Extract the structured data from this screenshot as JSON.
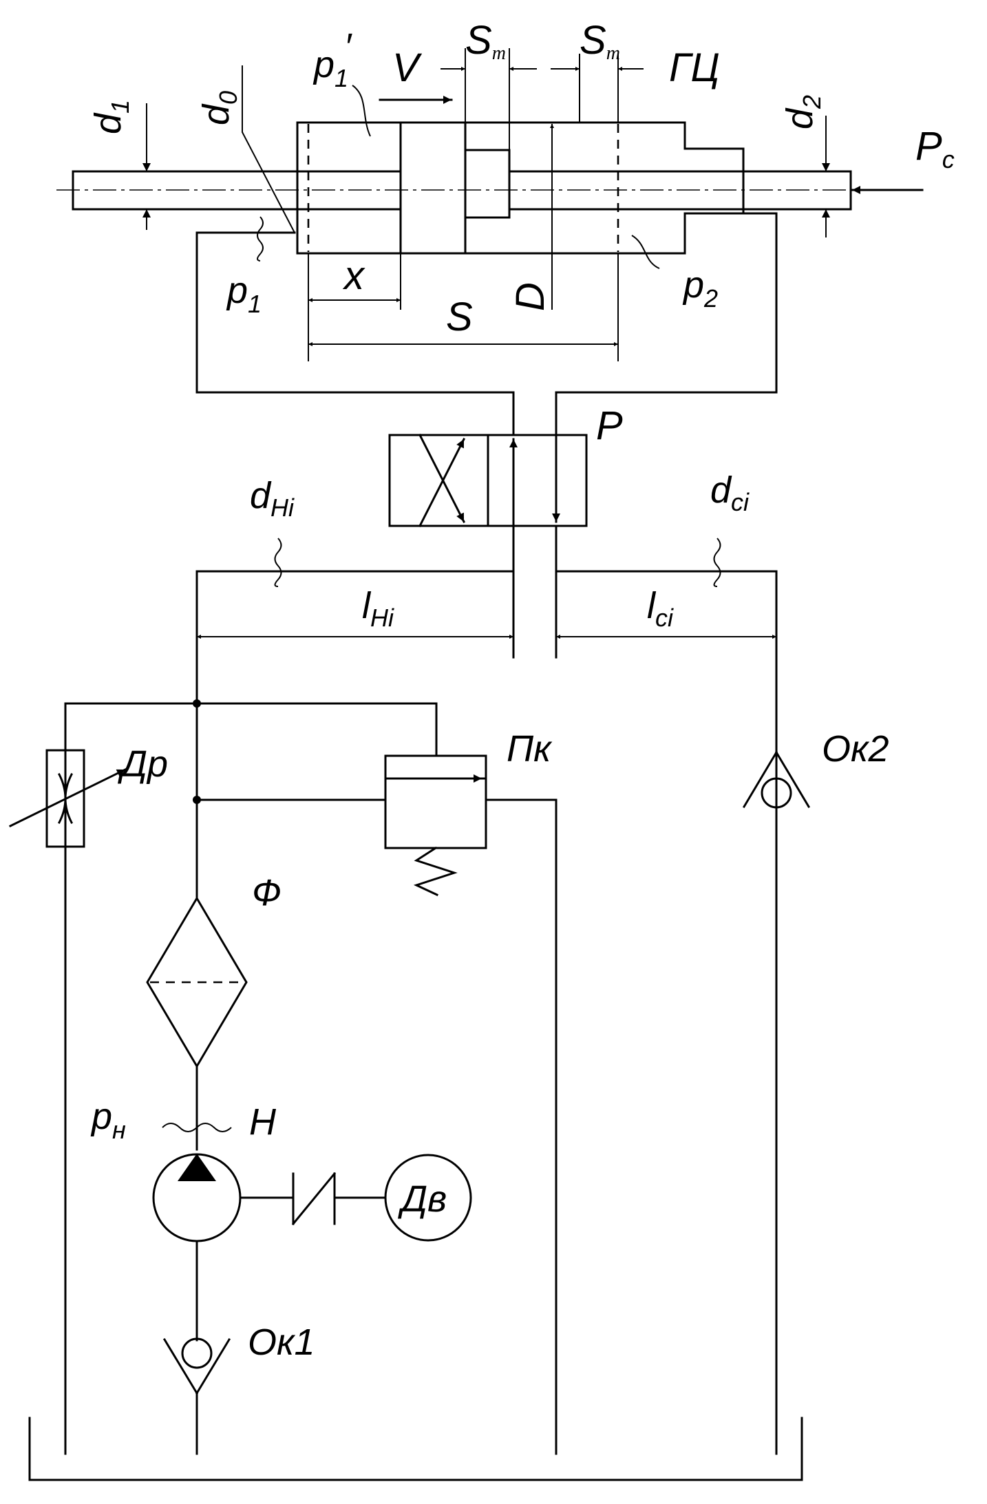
{
  "labels": {
    "d1_main": "d",
    "d1_sub": "1",
    "d0_main": "d",
    "d0_sub": "0",
    "p1prime_main": "p",
    "p1prime_sub": "1",
    "p1prime_prime": "′",
    "V": "V",
    "ST1_main": "S",
    "ST1_sub": "т",
    "ST2_main": "S",
    "ST2_sub": "т",
    "GC": "ГЦ",
    "d2_main": "d",
    "d2_sub": "2",
    "Pc_main": "P",
    "Pc_sub": "c",
    "p1_main": "p",
    "p1_sub": "1",
    "x": "x",
    "D": "D",
    "p2_main": "p",
    "p2_sub": "2",
    "S": "S",
    "R": "P",
    "dHi_main": "d",
    "dHi_sub": "Hi",
    "dci_main": "d",
    "dci_sub": "ci",
    "lHi_main": "l",
    "lHi_sub": "Hi",
    "lci_main": "l",
    "lci_sub": "ci",
    "Dr": "Др",
    "Pk": "Пк",
    "Ok2": "Ок2",
    "F": "Ф",
    "pH_main": "p",
    "pH_sub": "н",
    "H": "Н",
    "Dv": "Дв",
    "Ok1": "Ок1"
  }
}
